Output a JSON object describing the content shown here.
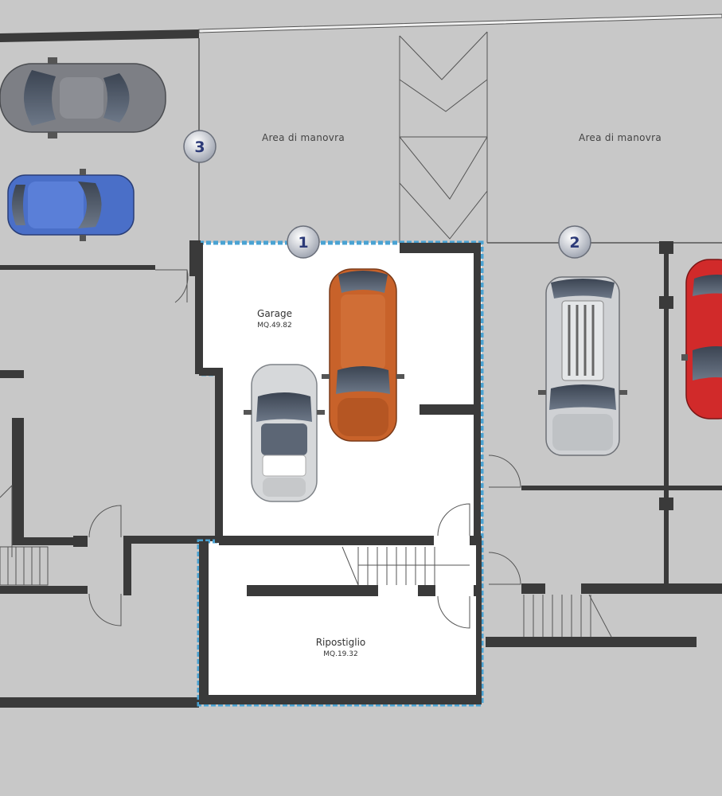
{
  "areas": {
    "maneuver_left": "Area di manovra",
    "maneuver_right": "Area di manovra"
  },
  "rooms": {
    "garage": {
      "name": "Garage",
      "area": "MQ.49.82"
    },
    "storage": {
      "name": "Ripostiglio",
      "area": "MQ.19.32"
    }
  },
  "markers": {
    "one": "1",
    "two": "2",
    "three": "3"
  },
  "colors": {
    "background": "#c8c8c8",
    "unit_fill": "#ffffff",
    "wall": "#3a3a3a",
    "unit_outline": "#4aa3d3",
    "badge_text": "#2c3a78",
    "car_gray": "#7d7f85",
    "car_blue": "#4a6fc8",
    "car_orange": "#c8622a",
    "car_silver": "#d6d8da",
    "car_red": "#d12a2a"
  }
}
